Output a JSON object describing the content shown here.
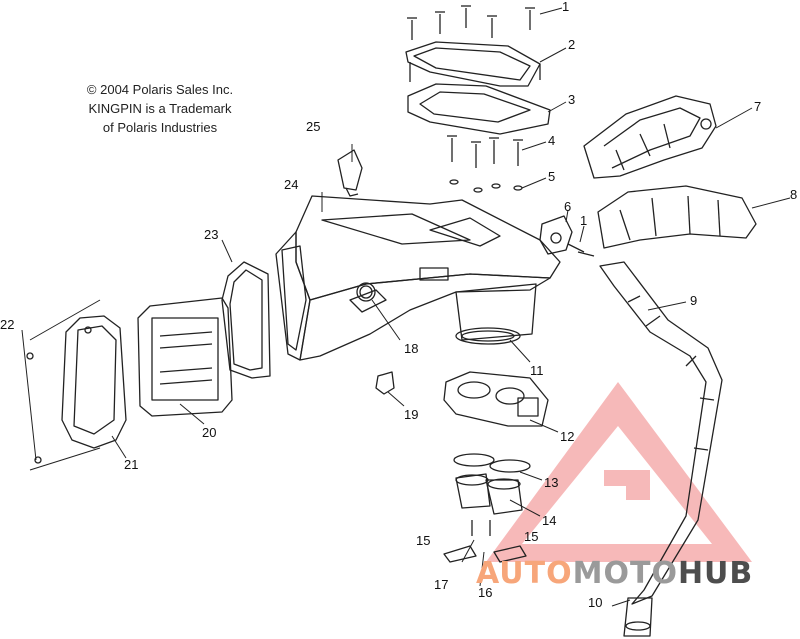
{
  "copyright": {
    "line1": "© 2004 Polaris Sales Inc.",
    "line2": "KINGPIN is a Trademark",
    "line3": "of Polaris Industries"
  },
  "callouts": [
    "1",
    "2",
    "3",
    "4",
    "5",
    "6",
    "7",
    "8",
    "9",
    "10",
    "11",
    "12",
    "13",
    "14",
    "15",
    "15",
    "16",
    "17",
    "18",
    "19",
    "20",
    "21",
    "22",
    "23",
    "24",
    "25",
    "1"
  ],
  "watermark": {
    "part1": "AUTO",
    "part2": "MOTO",
    "part3": "HUB",
    "colors": {
      "part1": "#f7a67a",
      "part2": "#9a9a9a",
      "part3": "#4d4d4d",
      "triangle": "#f08080"
    }
  }
}
